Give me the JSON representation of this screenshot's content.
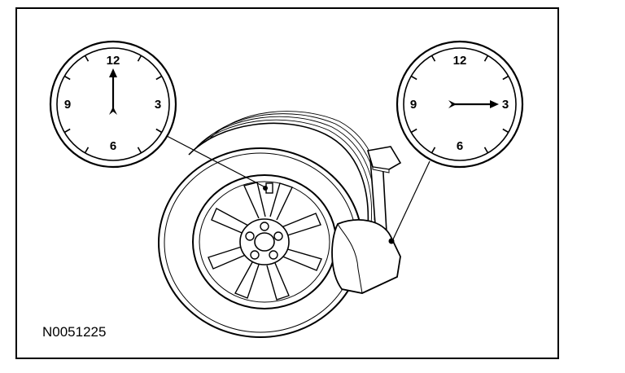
{
  "figure": {
    "id_label": "N0051225",
    "border_color": "#000000",
    "background_color": "#ffffff"
  },
  "left_dial": {
    "numerals": {
      "top": "12",
      "right": "3",
      "bottom": "6",
      "left": "9"
    },
    "pointer_direction": "12 o'clock"
  },
  "right_dial": {
    "numerals": {
      "top": "12",
      "right": "3",
      "bottom": "6",
      "left": "9"
    },
    "pointer_direction": "3 o'clock"
  },
  "icons": [
    "wheel-icon",
    "dial-indicator-icon",
    "arrow-icon"
  ]
}
